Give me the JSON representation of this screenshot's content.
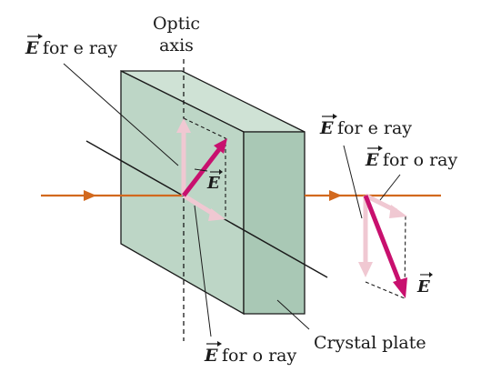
{
  "labels": {
    "optic_axis_line1": "Optic",
    "optic_axis_line2": "axis",
    "e_vector_symbol": "E",
    "for_e_ray": "for e ray",
    "for_o_ray": "for o ray",
    "crystal_plate": "Crystal plate"
  },
  "colors": {
    "crystal_front": "#bdd6c6",
    "crystal_side": "#a9c8b5",
    "crystal_top": "#cfe2d5",
    "outline": "#1a1a1a",
    "light_beam": "#d2691e",
    "resultant_vector": "#c8106e",
    "component_vector": "#f0c8d2"
  }
}
